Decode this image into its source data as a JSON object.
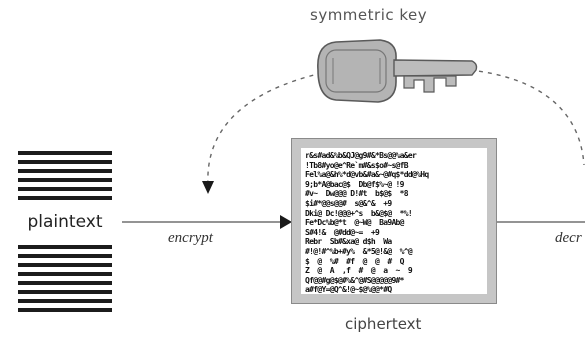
{
  "diagram": {
    "key_label": "symmetric key",
    "plaintext_label": "plaintext",
    "encrypt_label": "encrypt",
    "decrypt_label": "decr",
    "ciphertext_label": "ciphertext"
  },
  "colors": {
    "ink": "#1c1c1c",
    "document_frame": "#c6c6c6",
    "key_metal": "#b4b4b4",
    "dashed_line": "#666666"
  },
  "icons": [
    "key-icon",
    "document-icon",
    "arrow-icon"
  ]
}
